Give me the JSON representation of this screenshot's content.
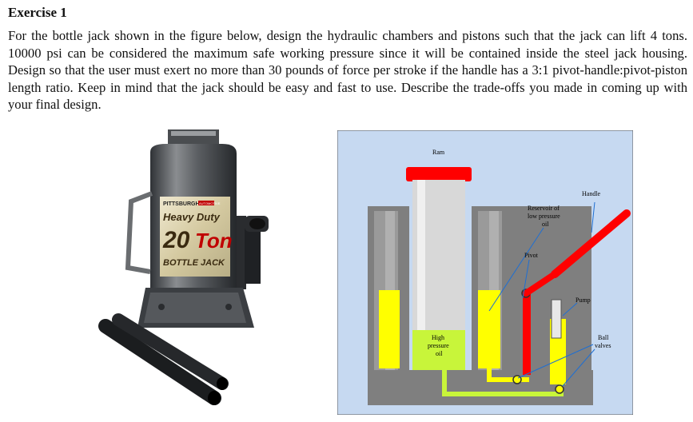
{
  "exercise": {
    "title": "Exercise 1",
    "text": "For the bottle jack shown in the figure below, design the hydraulic chambers and pistons such that the jack can lift 4 tons. 10000 psi can be considered the maximum safe working pressure since it will be contained inside the steel jack housing. Design so that the user must exert no more than 30 pounds of force per stroke if the handle has a 3:1 pivot-handle:pivot-piston length ratio. Keep in mind that the jack should be easy and fast to use. Describe the trade-offs you made in coming up with your final design."
  },
  "photo": {
    "brand": "PITTSBURGH",
    "brand_tag": "AUTOMOTIVE",
    "line1": "Heavy Duty",
    "capacity": "20",
    "unit": "Ton",
    "product": "BOTTLE JACK"
  },
  "diagram": {
    "labels": {
      "ram": "Ram",
      "handle": "Handle",
      "reservoir_1": "Reservoir of",
      "reservoir_2": "low pressure",
      "reservoir_3": "oil",
      "pivot": "Pivot",
      "pump": "Pump",
      "high_1": "High",
      "high_2": "pressure",
      "high_3": "oil",
      "ball_1": "Ball",
      "ball_2": "valves"
    },
    "colors": {
      "background": "#c6d9f1",
      "housing": "#7f7f7f",
      "oil_low": "#ffff00",
      "oil_high": "#c8f53a",
      "handle": "#ff0000"
    }
  }
}
